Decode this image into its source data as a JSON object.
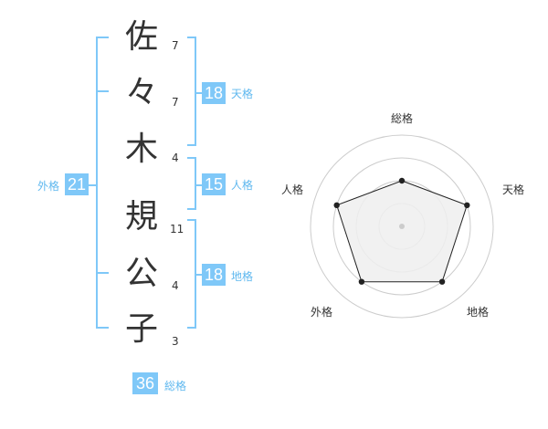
{
  "name": {
    "chars": [
      {
        "char": "佐",
        "strokes": "7"
      },
      {
        "char": "々",
        "strokes": "7"
      },
      {
        "char": "木",
        "strokes": "4"
      },
      {
        "char": "規",
        "strokes": "11"
      },
      {
        "char": "公",
        "strokes": "4"
      },
      {
        "char": "子",
        "strokes": "3"
      }
    ]
  },
  "kaku": {
    "tenkaku": {
      "value": "18",
      "label": "天格"
    },
    "jinkaku": {
      "value": "15",
      "label": "人格"
    },
    "chikaku": {
      "value": "18",
      "label": "地格"
    },
    "gaikaku": {
      "value": "21",
      "label": "外格"
    },
    "soukaku": {
      "value": "36",
      "label": "総格"
    }
  },
  "colors": {
    "accent": "#7fc8f8",
    "accent_text": "#5fb8ef",
    "text": "#333333",
    "radar_grid": "#cccccc",
    "radar_fill": "#eeeeee",
    "radar_line": "#222222"
  },
  "chart_data": {
    "type": "radar",
    "categories": [
      "総格",
      "天格",
      "地格",
      "外格",
      "人格"
    ],
    "values": [
      0.5,
      0.75,
      0.75,
      0.75,
      0.75
    ],
    "scale": [
      0,
      1
    ],
    "grid_rings": 4
  }
}
